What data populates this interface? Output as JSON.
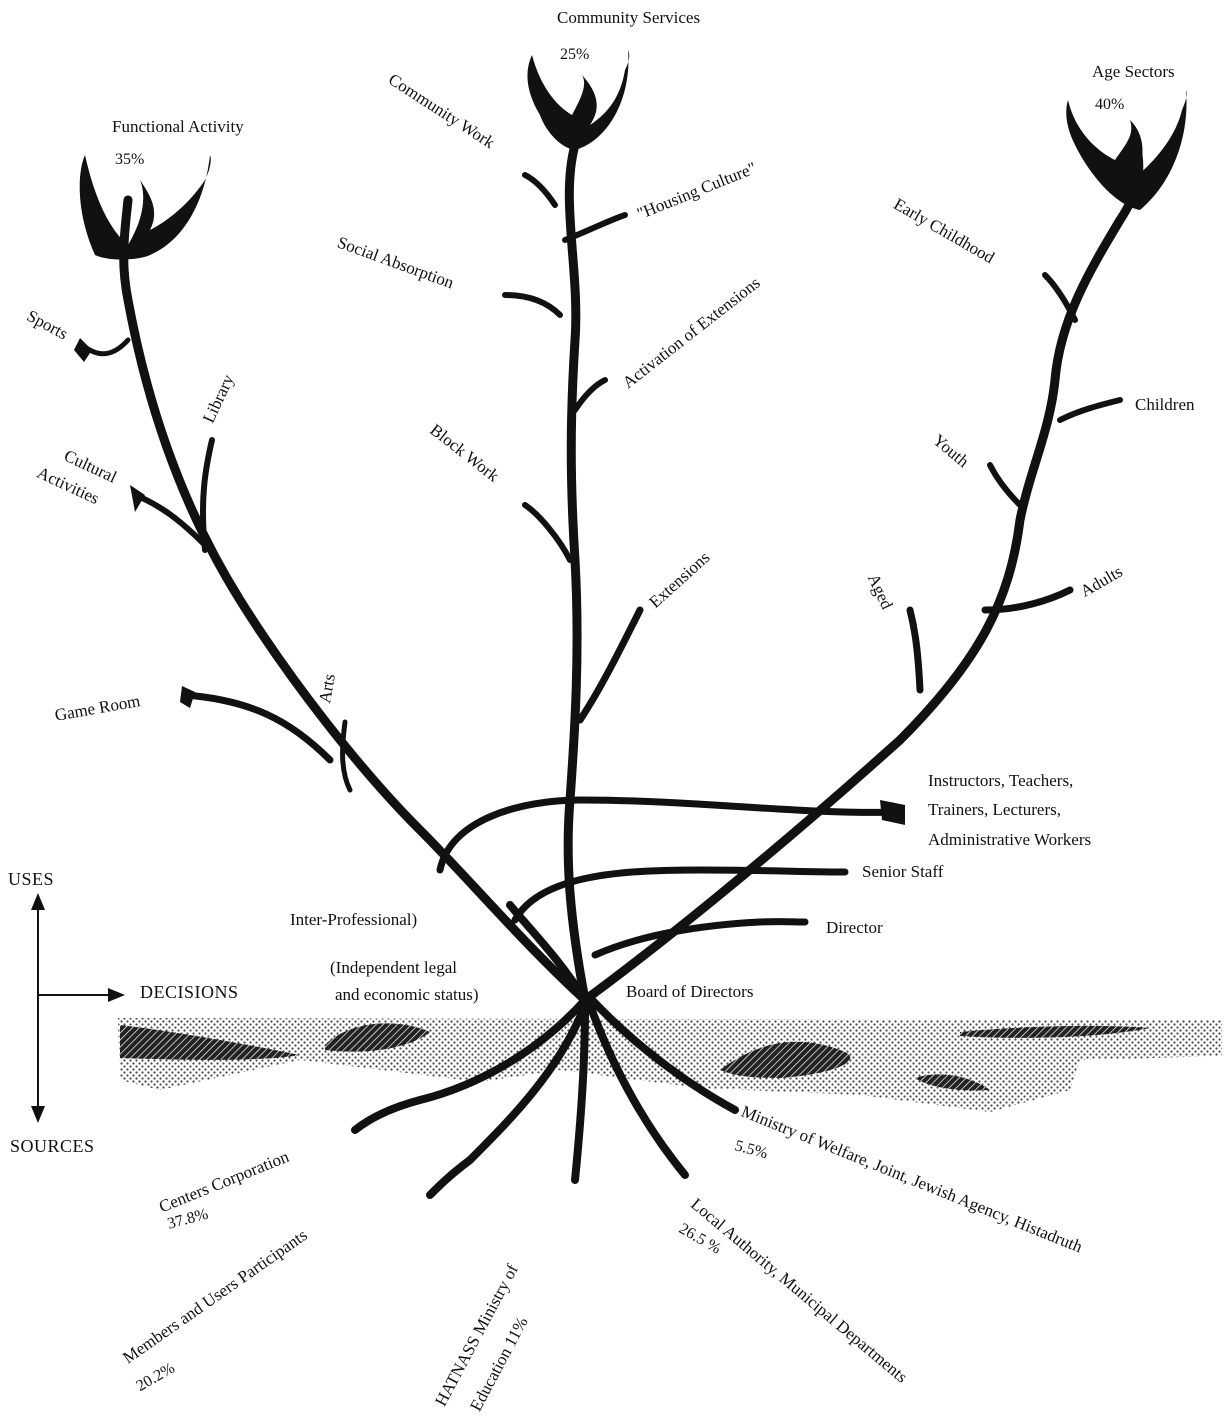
{
  "crowns": {
    "functional": {
      "title": "Functional Activity",
      "percent": "35%"
    },
    "community": {
      "title": "Community Services",
      "percent": "25%"
    },
    "age": {
      "title": "Age Sectors",
      "percent": "40%"
    }
  },
  "functional_branches": {
    "sports": "Sports",
    "library": "Library",
    "cultural": "Cultural",
    "activities": "Activities",
    "game_room": "Game Room",
    "arts": "Arts"
  },
  "community_branches": {
    "community_work": "Community Work",
    "housing_culture": "\"Housing Culture\"",
    "social_absorption": "Social Absorption",
    "activation_extensions": "Activation of Extensions",
    "block_work": "Block Work",
    "extensions": "Extensions"
  },
  "age_branches": {
    "early_childhood": "Early Childhood",
    "children": "Children",
    "youth": "Youth",
    "adults": "Adults",
    "aged": "Aged"
  },
  "decisions": {
    "instructors_line1": "Instructors, Teachers,",
    "instructors_line2": "Trainers, Lecturers,",
    "instructors_line3": "Administrative  Workers",
    "senior_staff": "Senior Staff",
    "director": "Director",
    "board": "Board of Directors",
    "inter_professional": "Inter-Professional)",
    "independent_line1": "(Independent legal",
    "independent_line2": "and economic status)"
  },
  "axes": {
    "uses": "USES",
    "decisions": "DECISIONS",
    "sources": "SOURCES"
  },
  "sources": {
    "centers_name": "Centers Corporation",
    "centers_pct": "37.8%",
    "members_name": "Members and Users  Participants",
    "members_pct": "20.2%",
    "hatnass_line1": "HATNASS Ministry of",
    "hatnass_line2": "Education 11%",
    "local_name": "Local Authority, Municipal Departments",
    "local_pct": "26.5 %",
    "welfare_name": "Ministry of Welfare, Joint, Jewish  Agency, Histadruth",
    "welfare_pct": "5.5%"
  }
}
